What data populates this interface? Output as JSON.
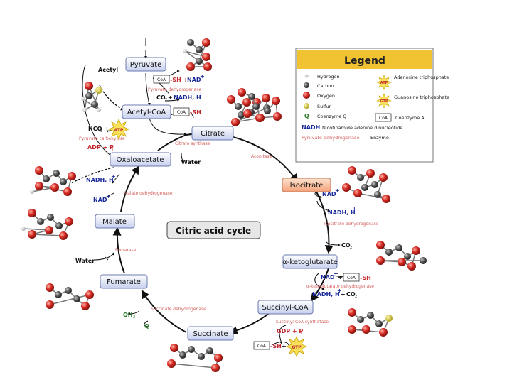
{
  "title": "Citric acid cycle",
  "nodes": {
    "pyruvate": "Pyruvate",
    "acetyl_coa": "Acetyl-CoA",
    "citrate": "Citrate",
    "isocitrate": "Isocitrate",
    "alpha_kg": "α-ketoglutarate",
    "succinyl_coa": "Succinyl-CoA",
    "succinate": "Succinate",
    "fumarate": "Fumarate",
    "malate": "Malate",
    "oxaloacetate": "Oxaloacetate"
  },
  "enzymes": {
    "pyruvate_dh": "Pyruvate dehydrogenase",
    "pyruvate_carboxylase": "Pyruvate carboxylase",
    "citrate_synthase": "Citrate synthase",
    "aconitase": "Aconitase",
    "isocitrate_dh": "Isocitrate dehydrogenase",
    "akg_dh": "α-ketoglutarate dehydrogenase",
    "succinyl_synthetase": "Succinyl-CoA synthetase",
    "succinate_dh": "Succinate dehydrogenase",
    "fumarase": "Fumarase",
    "malate_dh": "Malate dehydrogenase"
  },
  "labels": {
    "acetyl": "Acetyl",
    "coa": "CoA",
    "sh": "-SH",
    "sh_plus": "-SH + ",
    "nad_plus": "NAD",
    "plus_sign": "+",
    "co2": "CO",
    "nadh": "NADH, H",
    "hco3": "HCO",
    "atp": "ATP",
    "gtp": "GTP",
    "adp": "ADP + P",
    "water": "Water",
    "gdp": "GDP + P",
    "qh2": "QH",
    "q": "Q",
    "sub2": "2",
    "sub3": "3",
    "subi": "i",
    "sup_minus": "–"
  },
  "legend": {
    "title": "Legend",
    "items": [
      {
        "icon": "hydrogen",
        "text": "Hydrogen"
      },
      {
        "icon": "carbon",
        "text": "Carbon"
      },
      {
        "icon": "oxygen",
        "text": "Oxygen"
      },
      {
        "icon": "sulfur",
        "text": "Sulfur"
      },
      {
        "icon": "coenzyme-q",
        "label": "Q",
        "text": "Coenzyme Q"
      },
      {
        "icon": "nadh",
        "label": "NADH",
        "text": "Nicotinamide adenine dinucleotide"
      },
      {
        "icon": "enzyme",
        "label": "Pyruvate dehydrogenase",
        "text": "Enzyme"
      }
    ],
    "right_items": [
      {
        "icon": "atp",
        "label": "ATP",
        "text": "Adenosine triphosphate"
      },
      {
        "icon": "gtp",
        "label": "GTP",
        "text": "Guanosine triphosphate"
      },
      {
        "icon": "coa",
        "label": "CoA",
        "text": "Coenzyme A"
      }
    ]
  },
  "colors": {
    "node_fill": "#cfd8f2",
    "node_stroke": "#6a7ab0",
    "citrate_fill": "#f7c2a3",
    "legend_header": "#f1c232",
    "oxygen": "#c8241f",
    "carbon": "#4a4a4a",
    "enzyme_text": "#d4615f",
    "nad_text": "#1a2a9a"
  }
}
